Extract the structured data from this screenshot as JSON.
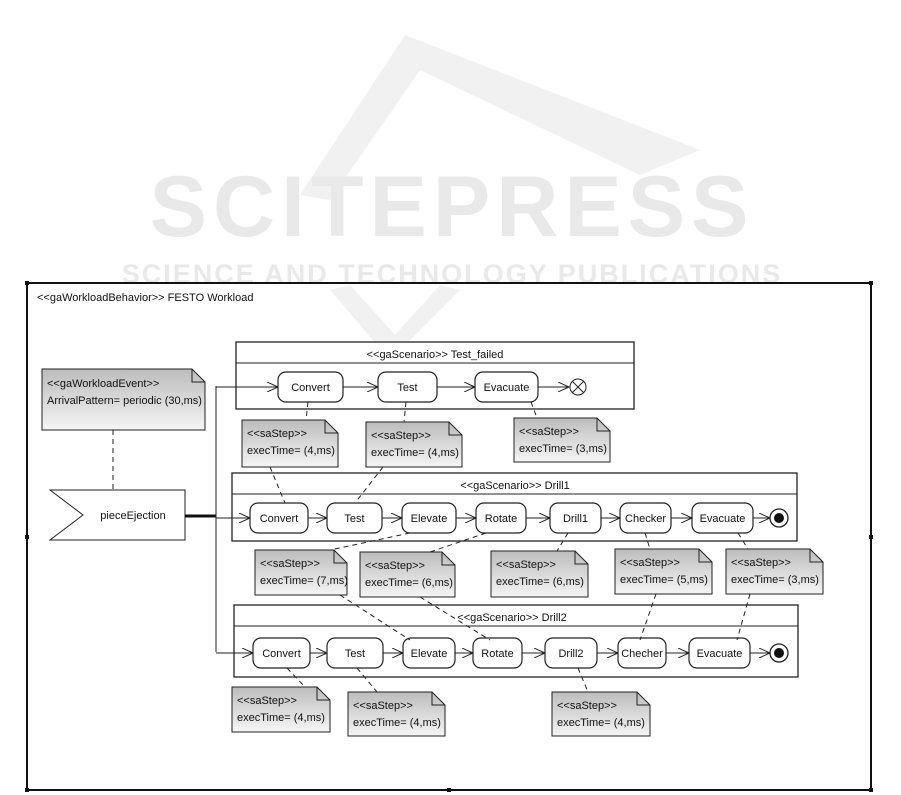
{
  "watermark": {
    "title": "SCITEPRESS",
    "subtitle": "SCIENCE AND TECHNOLOGY PUBLICATIONS"
  },
  "frame": {
    "title": "<<gaWorkloadBehavior>> FESTO Workload"
  },
  "workload_event": {
    "stereotype": "<<gaWorkloadEvent>>",
    "text": "ArrivalPattern= periodic (30,ms)"
  },
  "signal": {
    "label": "pieceEjection"
  },
  "scenarios": [
    {
      "title": "<<gaScenario>> Test_failed",
      "nodes": [
        "Convert",
        "Test",
        "Evacuate"
      ],
      "final": "flow-final"
    },
    {
      "title": "<<gaScenario>> Drill1",
      "nodes": [
        "Convert",
        "Test",
        "Elevate",
        "Rotate",
        "Drill1",
        "Checker",
        "Evacuate"
      ],
      "final": "activity-final"
    },
    {
      "title": "<<gaScenario>> Drill2",
      "nodes": [
        "Convert",
        "Test",
        "Elevate",
        "Rotate",
        "Drill2",
        "Checher",
        "Evacuate"
      ],
      "final": "activity-final"
    }
  ],
  "notes": [
    {
      "stereotype": "<<saStep>>",
      "text": "execTime= (4,ms)"
    },
    {
      "stereotype": "<<saStep>>",
      "text": "execTime= (4,ms)"
    },
    {
      "stereotype": "<<saStep>>",
      "text": "execTime= (3,ms)"
    },
    {
      "stereotype": "<<saStep>>",
      "text": "execTime= (7,ms)"
    },
    {
      "stereotype": "<<saStep>>",
      "text": "execTime= (6,ms)"
    },
    {
      "stereotype": "<<saStep>>",
      "text": "execTime= (6,ms)"
    },
    {
      "stereotype": "<<saStep>>",
      "text": "execTime= (5,ms)"
    },
    {
      "stereotype": "<<saStep>>",
      "text": "execTime= (3,ms)"
    },
    {
      "stereotype": "<<saStep>>",
      "text": "execTime= (4,ms)"
    },
    {
      "stereotype": "<<saStep>>",
      "text": "execTime= (4,ms)"
    },
    {
      "stereotype": "<<saStep>>",
      "text": "execTime= (4,ms)"
    }
  ],
  "colors": {
    "line": "#222222",
    "note_top": "#bcbcbc",
    "note_bottom": "#f5f5f5",
    "watermark": "#e9e9e9"
  }
}
